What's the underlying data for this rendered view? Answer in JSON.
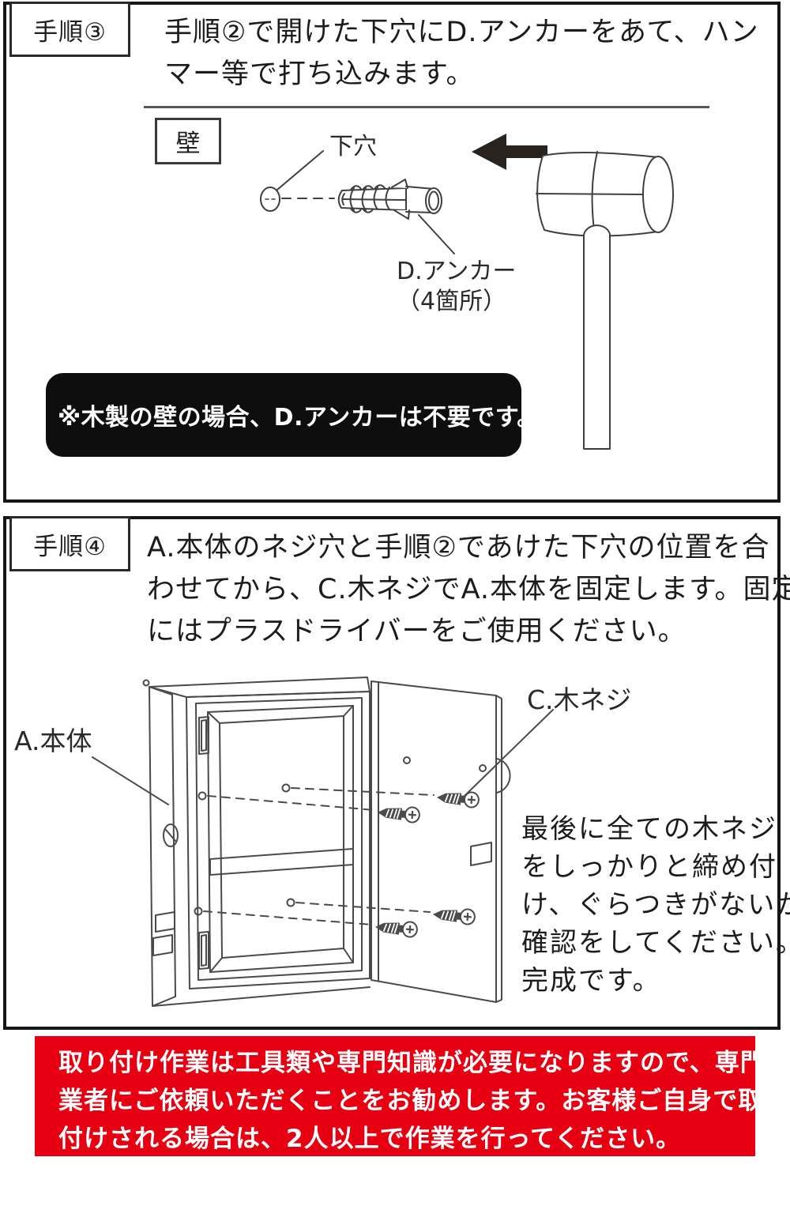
{
  "page": {
    "background": "#ffffff"
  },
  "colors": {
    "warning_red": "#e60012",
    "note_black": "#0e0e0e",
    "line_art": "#4a4a4a",
    "text": "#1c1c1c"
  },
  "step3": {
    "label": "手順③",
    "text_lines": [
      "手順②で開けた下穴にD.アンカーをあて、ハン",
      "マー等で打ち込みます。"
    ],
    "diagram": {
      "wall_label": "壁",
      "pilot_hole_label": "下穴",
      "anchor_label_lines": [
        "D.アンカー",
        "（4箇所）"
      ]
    },
    "note": "※木製の壁の場合、D.アンカーは不要です。"
  },
  "step4": {
    "label": "手順④",
    "text_lines": [
      "A.本体のネジ穴と手順②であけた下穴の位置を合",
      "わせてから、C.木ネジでA.本体を固定します。固定",
      "にはプラスドライバーをご使用ください。"
    ],
    "diagram": {
      "body_label": "A.本体",
      "screw_label": "C.木ネジ"
    },
    "side_note_lines": [
      "最後に全ての木ネジ",
      "をしっかりと締め付",
      "け、ぐらつきがないか",
      "確認をしてください。",
      "完成です。"
    ]
  },
  "warning": {
    "lines": [
      "取り付け作業は工具類や専門知識が必要になりますので、専門",
      "業者にご依頼いただくことをお勧めします。お客様ご自身で取り",
      "付けされる場合は、2人以上で作業を行ってください。"
    ]
  }
}
